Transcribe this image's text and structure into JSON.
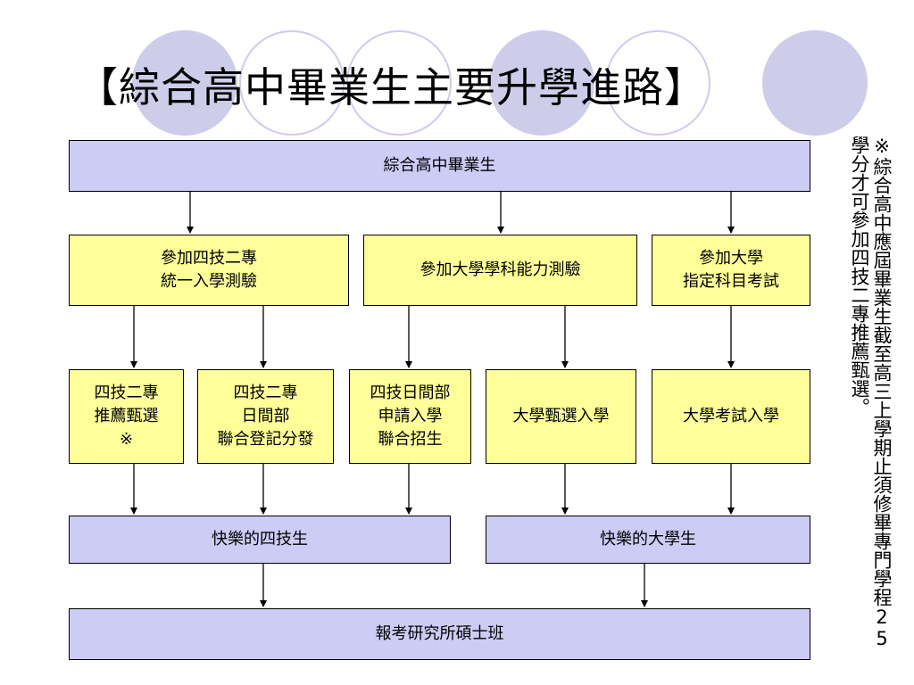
{
  "title": "【綜合高中畢業生主要升學進路】",
  "colors": {
    "box_lavender": "#ccccf5",
    "box_yellow": "#ffff99",
    "decoration_circle": "#cdcdea"
  },
  "nodes": {
    "graduate": "綜合高中畢業生",
    "exam_tech": "參加四技二專\n統一入學測驗",
    "exam_gsat": "參加大學學科能力測驗",
    "exam_ast": "參加大學\n指定科目考試",
    "tech_recommend": "四技二專\n推薦甄選\n※",
    "tech_day_joint": "四技二專\n日間部\n聯合登記分發",
    "tech_day_apply": "四技日間部\n申請入學\n聯合招生",
    "univ_select": "大學甄選入學",
    "univ_exam": "大學考試入學",
    "happy_tech": "快樂的四技生",
    "happy_univ": "快樂的大學生",
    "grad_school": "報考研究所碩士班"
  },
  "side_note": "※綜合高中應屆畢業生截至高三上學期止須修畢專門學程25學分才可參加四技二專推薦甄選。"
}
